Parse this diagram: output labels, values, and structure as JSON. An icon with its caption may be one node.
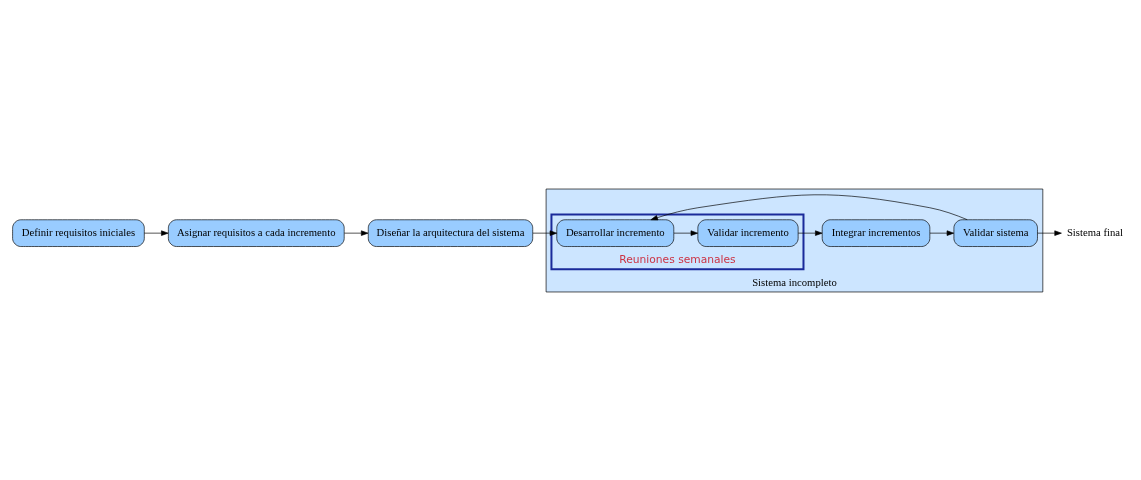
{
  "diagram": {
    "nodes": [
      {
        "text": [
          "Definir requisitos iniciales"
        ]
      },
      {
        "text": [
          "Asignar requisitos a cada incremento"
        ]
      },
      {
        "text": [
          "Diseñar la arquitectura del sistema"
        ]
      },
      {
        "text": [
          "Sistema incompleto"
        ]
      },
      {
        "text": [
          "Reuniones semanales"
        ],
        "in": 3
      },
      {
        "text": [
          "Desarrollar incremento"
        ],
        "in": 4
      },
      {
        "text": [
          "Validar incremento"
        ],
        "in": 4
      },
      {
        "text": [
          "Integrar incrementos"
        ],
        "in": 3
      },
      {
        "text": [
          "Validar sistema"
        ],
        "in": 3
      },
      {
        "text": [
          "Sistema final"
        ]
      }
    ],
    "edges": [
      {
        "from": 0,
        "to": 1,
        "arrow": "to"
      },
      {
        "from": 1,
        "to": 2,
        "arrow": "to"
      },
      {
        "from": 2,
        "to": 5,
        "arrow": "to"
      },
      {
        "from": 5,
        "to": 6,
        "arrow": "to"
      },
      {
        "from": 6,
        "to": 7,
        "arrow": "to"
      },
      {
        "from": 7,
        "to": 8,
        "arrow": "to"
      },
      {
        "from": 8,
        "to": 9,
        "arrow": "to"
      },
      {
        "from": 8,
        "to": 5,
        "arrow": "to"
      }
    ]
  }
}
